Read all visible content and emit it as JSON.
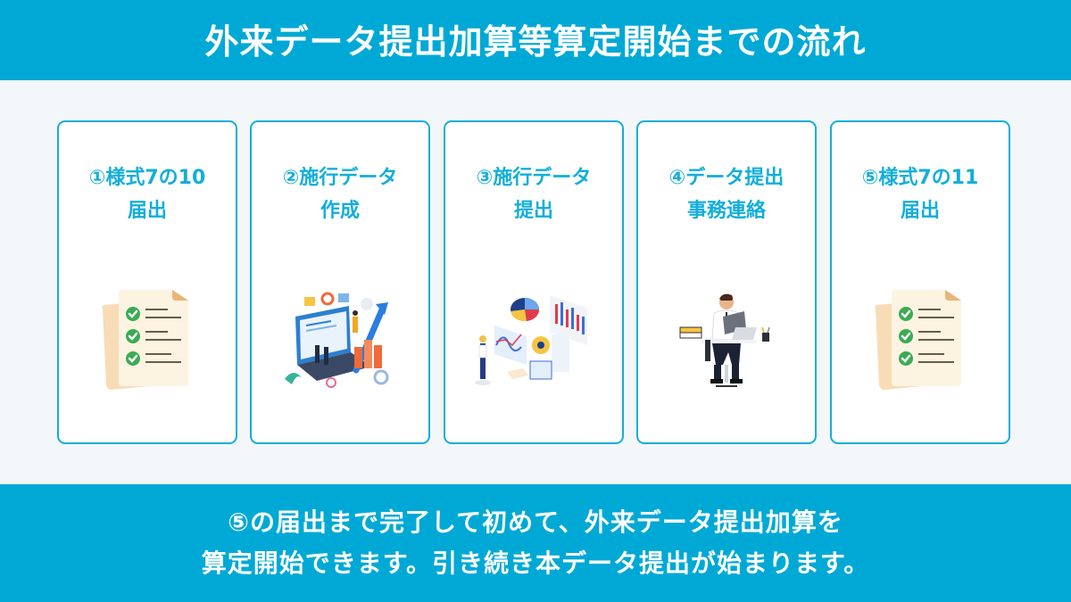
{
  "header": {
    "title": "外来データ提出加算等算定開始までの流れ"
  },
  "colors": {
    "accent": "#00a9d5",
    "card_border": "#12aedb",
    "background": "#f3f7fa",
    "card_bg": "#ffffff",
    "text_on_accent": "#ffffff"
  },
  "steps": [
    {
      "number": "①",
      "line1": "①様式7の10",
      "line2": "届出",
      "icon": "checklist-document-icon"
    },
    {
      "number": "②",
      "line1": "②施行データ",
      "line2": "作成",
      "icon": "data-analytics-laptop-illustration"
    },
    {
      "number": "③",
      "line1": "③施行データ",
      "line2": "提出",
      "icon": "data-submission-dashboard-illustration"
    },
    {
      "number": "④",
      "line1": "④データ提出",
      "line2": "事務連絡",
      "icon": "office-worker-desk-illustration"
    },
    {
      "number": "⑤",
      "line1": "⑤様式7の11",
      "line2": "届出",
      "icon": "checklist-document-icon"
    }
  ],
  "footer": {
    "line1": "⑤の届出まで完了して初めて、外来データ提出加算を",
    "line2": "算定開始できます。引き続き本データ提出が始まります。"
  }
}
